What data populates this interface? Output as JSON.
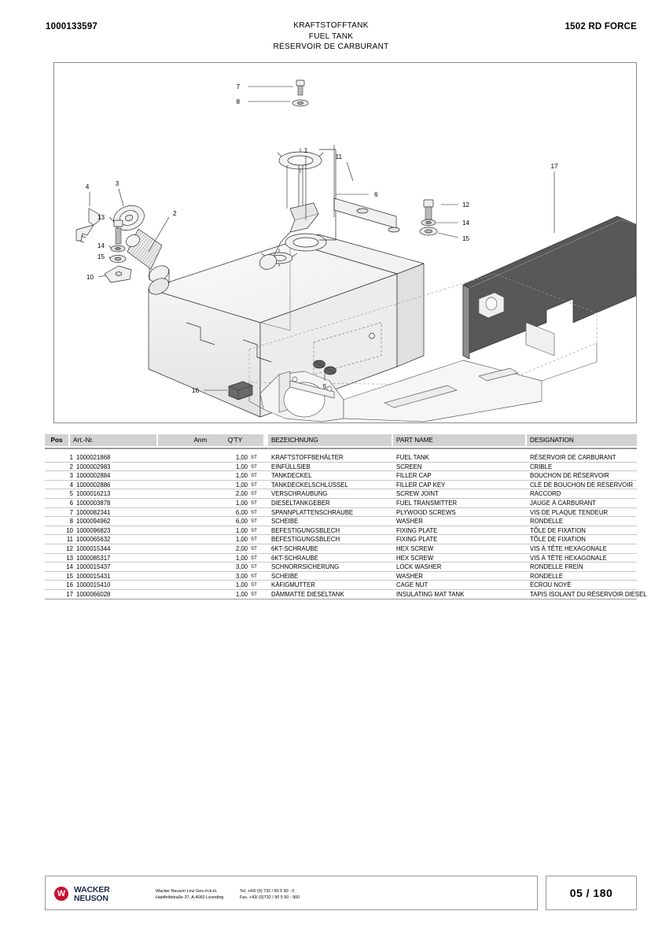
{
  "header": {
    "doc_number": "1000133597",
    "title_de": "KRAFTSTOFFTANK",
    "title_en": "FUEL TANK",
    "title_fr": "RÉSERVOIR DE CARBURANT",
    "model": "1502 RD FORCE"
  },
  "table": {
    "columns": {
      "pos": "Pos",
      "art_nr": "Art.-Nr.",
      "anm": "Anm.",
      "qty": "Q'TY",
      "bezeichnung": "BEZEICHNUNG",
      "part_name": "PART NAME",
      "designation": "DESIGNATION"
    },
    "rows": [
      {
        "pos": "1",
        "art_nr": "1000021868",
        "anm": "",
        "qty": "1,00",
        "unit": "ST",
        "bezeichnung": "KRAFTSTOFFBEHÄLTER",
        "part_name": "FUEL TANK",
        "designation": "RÉSERVOIR DE CARBURANT"
      },
      {
        "pos": "2",
        "art_nr": "1000002983",
        "anm": "",
        "qty": "1,00",
        "unit": "ST",
        "bezeichnung": "EINFÜLLSIEB",
        "part_name": "SCREEN",
        "designation": "CRIBLE"
      },
      {
        "pos": "3",
        "art_nr": "1000002884",
        "anm": "",
        "qty": "1,00",
        "unit": "ST",
        "bezeichnung": "TANKDECKEL",
        "part_name": "FILLER CAP",
        "designation": "BOUCHON DE RÉSERVOIR"
      },
      {
        "pos": "4",
        "art_nr": "1000002886",
        "anm": "",
        "qty": "1,00",
        "unit": "ST",
        "bezeichnung": "TANKDECKELSCHLÜSSEL",
        "part_name": "FILLER CAP KEY",
        "designation": "CLÉ DE BOUCHON DE RÉSERVOIR"
      },
      {
        "pos": "5",
        "art_nr": "1000016213",
        "anm": "",
        "qty": "2,00",
        "unit": "ST",
        "bezeichnung": "VERSCHRAUBUNG",
        "part_name": "SCREW JOINT",
        "designation": "RACCORD"
      },
      {
        "pos": "6",
        "art_nr": "1000003878",
        "anm": "",
        "qty": "1,00",
        "unit": "ST",
        "bezeichnung": "DIESELTANKGEBER",
        "part_name": "FUEL TRANSMITTER",
        "designation": "JAUGE À CARBURANT"
      },
      {
        "pos": "7",
        "art_nr": "1000082341",
        "anm": "",
        "qty": "6,00",
        "unit": "ST",
        "bezeichnung": "SPANNPLATTENSCHRAUBE",
        "part_name": "PLYWOOD SCREWS",
        "designation": "VIS DE PLAQUE TENDEUR"
      },
      {
        "pos": "8",
        "art_nr": "1000094962",
        "anm": "",
        "qty": "6,00",
        "unit": "ST",
        "bezeichnung": "SCHEIBE",
        "part_name": "WASHER",
        "designation": "RONDELLE"
      },
      {
        "pos": "10",
        "art_nr": "1000096823",
        "anm": "",
        "qty": "1,00",
        "unit": "ST",
        "bezeichnung": "BEFESTIGUNGSBLECH",
        "part_name": "FIXING PLATE",
        "designation": "TÔLE DE FIXATION"
      },
      {
        "pos": "11",
        "art_nr": "1000065632",
        "anm": "",
        "qty": "1,00",
        "unit": "ST",
        "bezeichnung": "BEFESTIGUNGSBLECH",
        "part_name": "FIXING PLATE",
        "designation": "TÔLE DE FIXATION"
      },
      {
        "pos": "12",
        "art_nr": "1000015344",
        "anm": "",
        "qty": "2,00",
        "unit": "ST",
        "bezeichnung": "6KT-SCHRAUBE",
        "part_name": "HEX SCREW",
        "designation": "VIS À TÊTE HEXAGONALE"
      },
      {
        "pos": "13",
        "art_nr": "1000085317",
        "anm": "",
        "qty": "1,00",
        "unit": "ST",
        "bezeichnung": "6KT-SCHRAUBE",
        "part_name": "HEX SCREW",
        "designation": "VIS À TÊTE HEXAGONALE"
      },
      {
        "pos": "14",
        "art_nr": "1000015437",
        "anm": "",
        "qty": "3,00",
        "unit": "ST",
        "bezeichnung": "SCHNORRSICHERUNG",
        "part_name": "LOCK WASHER",
        "designation": "RONDELLE FREIN"
      },
      {
        "pos": "15",
        "art_nr": "1000015431",
        "anm": "",
        "qty": "3,00",
        "unit": "ST",
        "bezeichnung": "SCHEIBE",
        "part_name": "WASHER",
        "designation": "RONDELLE"
      },
      {
        "pos": "16",
        "art_nr": "1000015410",
        "anm": "",
        "qty": "1,00",
        "unit": "ST",
        "bezeichnung": "KÄFIGMUTTER",
        "part_name": "CAGE NUT",
        "designation": "ÉCROU NOYÉ"
      },
      {
        "pos": "17",
        "art_nr": "1000066028",
        "anm": "",
        "qty": "1,00",
        "unit": "ST",
        "bezeichnung": "DÄMMATTE DIESELTANK",
        "part_name": "INSULATING MAT TANK",
        "designation": "TAPIS ISOLANT DU RÉSERVOIR DIESEL"
      }
    ]
  },
  "diagram": {
    "callouts": [
      "1",
      "2",
      "3",
      "4",
      "5",
      "6",
      "7",
      "8",
      "10",
      "11",
      "12",
      "13",
      "14",
      "15",
      "16",
      "17"
    ]
  },
  "footer": {
    "logo_letter": "W",
    "brand_line1": "WACKER",
    "brand_line2": "NEUSON",
    "company": "Wacker Neuson Linz  Ges.m.b.H.",
    "address": "Haidfeldstraße 37, A-4060 Leonding",
    "tel": "Tel. +43/ (0) 732 / 90 5 90 - 0",
    "fax": "Fax. +43/ (0)732 / 90 5 90 - 900",
    "page": "05 / 180"
  },
  "colors": {
    "brand_red": "#c8102e",
    "brand_navy": "#1b2a49",
    "header_gray": "#d2d2d2",
    "rule_gray": "#9a9a9a",
    "mat_dark": "#4a4a4a"
  }
}
